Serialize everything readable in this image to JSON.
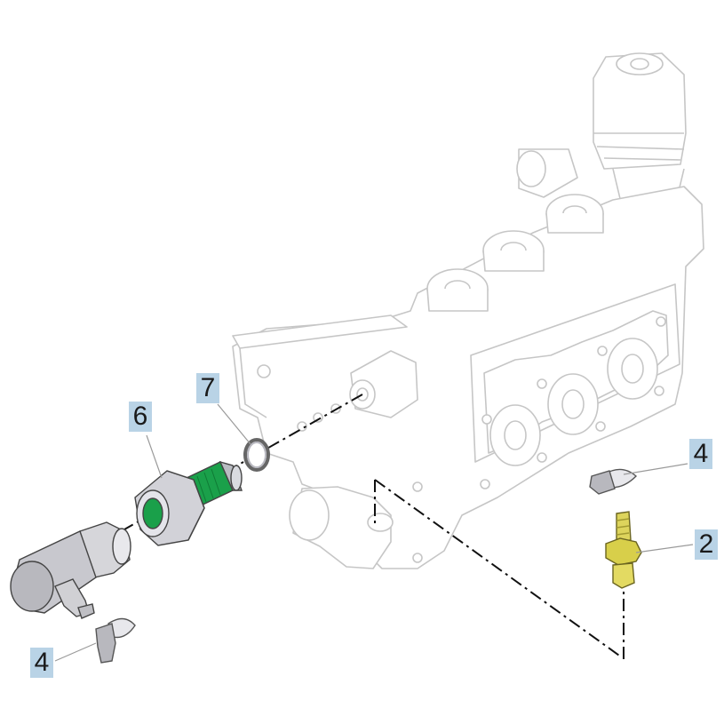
{
  "callouts": {
    "c7": "7",
    "c6": "6",
    "c4_top_right": "4",
    "c2": "2",
    "c4_bottom_left": "4"
  },
  "colors": {
    "outline_light": "#c9c9c9",
    "outline_dark": "#555555",
    "callout_bg": "#b9d3e6",
    "green_part": "#1aa04a",
    "brass_part": "#d8cf4a",
    "metal_part": "#d2d2d6"
  }
}
